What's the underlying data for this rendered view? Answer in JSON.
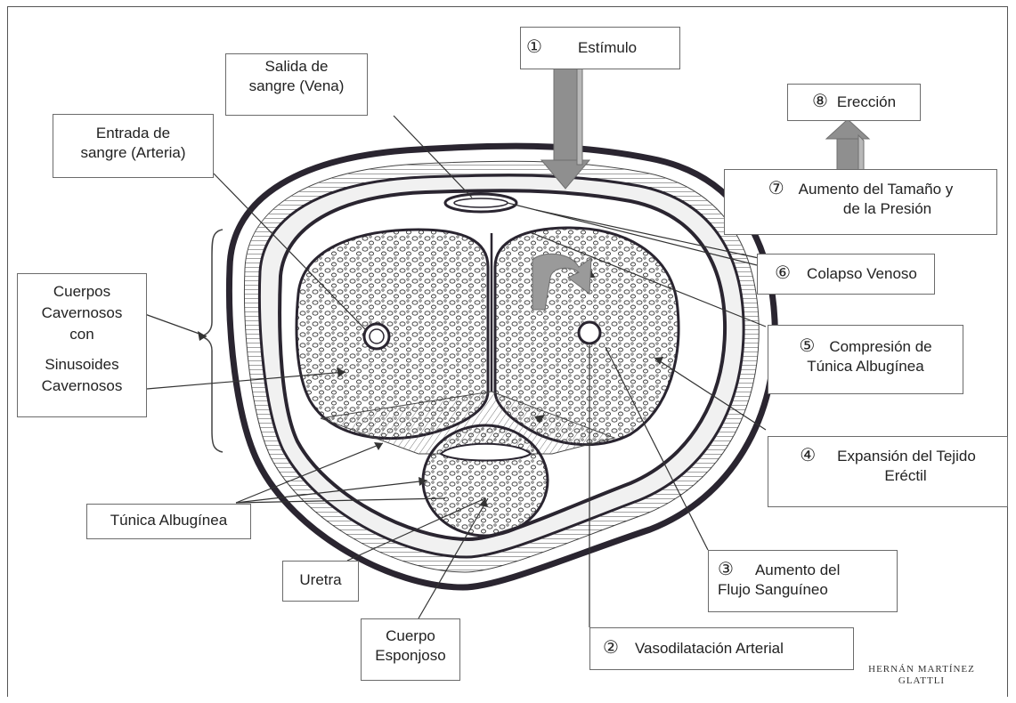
{
  "labels": {
    "estimulo": {
      "num": "①",
      "text": "Estímulo"
    },
    "salida": [
      "Salida de",
      "sangre (Vena)"
    ],
    "entrada": [
      "Entrada de",
      "sangre (Arteria)"
    ],
    "cuerpos": [
      "Cuerpos",
      "Cavernosos",
      "con",
      "Sinusoides",
      "Cavernosos"
    ],
    "erection": {
      "num": "⑧",
      "text": "Erección"
    },
    "aumento_tamano": {
      "num": "⑦",
      "line1": "Aumento del Tamaño y",
      "line2": "de la Presión"
    },
    "colapso": {
      "num": "⑥",
      "text": "Colapso Venoso"
    },
    "compresion": {
      "num": "⑤",
      "line1": "Compresión de",
      "line2": "Túnica Albugínea"
    },
    "expansion": {
      "num": "④",
      "line1": "Expansión del Tejido",
      "line2": "Eréctil"
    },
    "aumento_flujo": {
      "num": "③",
      "line1": "Aumento del",
      "line2": "Flujo Sanguíneo"
    },
    "vasodilatacion": {
      "num": "②",
      "text": "Vasodilatación Arterial"
    },
    "tunica": "Túnica Albugínea",
    "uretra": "Uretra",
    "esponjoso": [
      "Cuerpo",
      "Esponjoso"
    ]
  },
  "credit": [
    "HERNÁN MARTÍNEZ",
    "GLATTLI"
  ],
  "colors": {
    "arrow": "#8f8f8f",
    "outline": "#2a2530",
    "box_border": "#6b6b6b"
  }
}
